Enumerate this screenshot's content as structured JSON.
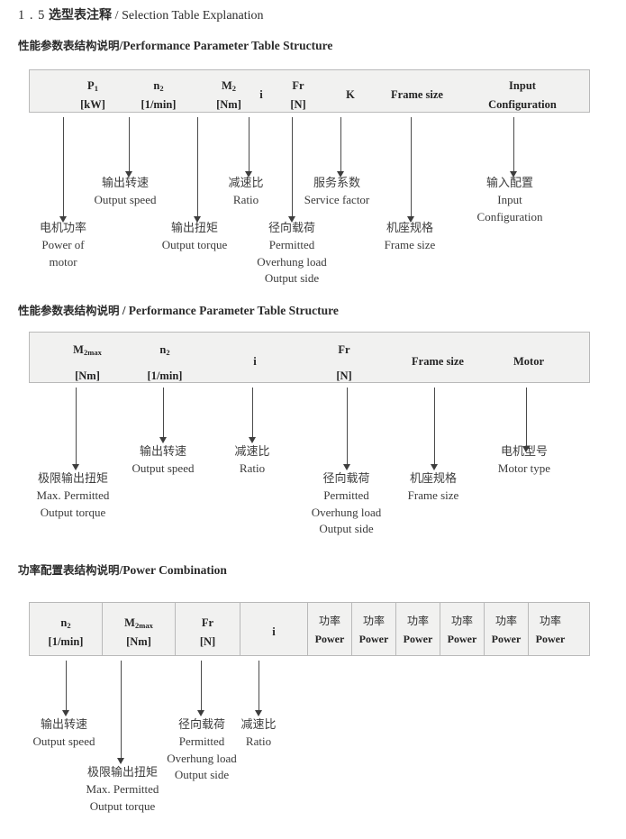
{
  "document": {
    "section_number": "1 . 5",
    "title_cn": "选型表注释",
    "title_sep": "/",
    "title_en": "Selection Table Explanation"
  },
  "sections": [
    {
      "heading_cn": "性能参数表结构说明",
      "heading_sep": "/",
      "heading_en": "Performance Parameter Table Structure",
      "table": {
        "columns": [
          {
            "symbol": "P",
            "sub": "1",
            "unit": "[kW]"
          },
          {
            "symbol": "n",
            "sub": "2",
            "unit": "[1/min]"
          },
          {
            "symbol": "M",
            "sub": "2",
            "unit": "[Nm]"
          },
          {
            "symbol": "i",
            "sub": "",
            "unit": ""
          },
          {
            "symbol": "Fr",
            "sub": "",
            "unit": "[N]"
          },
          {
            "symbol": "K",
            "sub": "",
            "unit": ""
          },
          {
            "symbol": "Frame size",
            "sub": "",
            "unit": ""
          },
          {
            "symbol": "Input",
            "sub": "",
            "unit": "Configuration"
          }
        ]
      },
      "annotations": [
        {
          "cn": "电机功率",
          "en": [
            "Power of",
            "motor"
          ]
        },
        {
          "cn": "输出转速",
          "en": [
            "Output speed"
          ]
        },
        {
          "cn": "输出扭矩",
          "en": [
            "Output torque"
          ]
        },
        {
          "cn": "减速比",
          "en": [
            "Ratio"
          ]
        },
        {
          "cn": "径向载荷",
          "en": [
            "Permitted",
            "Overhung load",
            "Output side"
          ]
        },
        {
          "cn": "服务系数",
          "en": [
            "Service factor"
          ]
        },
        {
          "cn": "机座规格",
          "en": [
            "Frame size"
          ]
        },
        {
          "cn": "输入配置",
          "en": [
            "Input",
            "Configuration"
          ]
        }
      ]
    },
    {
      "heading_cn": "性能参数表结构说明",
      "heading_sep": "/",
      "heading_en": "Performance Parameter Table Structure",
      "table": {
        "columns": [
          {
            "symbol": "M",
            "sub": "2max",
            "unit": "[Nm]"
          },
          {
            "symbol": "n",
            "sub": "2",
            "unit": "[1/min]"
          },
          {
            "symbol": "i",
            "sub": "",
            "unit": ""
          },
          {
            "symbol": "Fr",
            "sub": "",
            "unit": "[N]"
          },
          {
            "symbol": "Frame size",
            "sub": "",
            "unit": ""
          },
          {
            "symbol": "Motor",
            "sub": "",
            "unit": ""
          }
        ]
      },
      "annotations": [
        {
          "cn": "极限输出扭矩",
          "en": [
            "Max. Permitted",
            "Output  torque"
          ]
        },
        {
          "cn": "输出转速",
          "en": [
            "Output speed"
          ]
        },
        {
          "cn": "减速比",
          "en": [
            "Ratio"
          ]
        },
        {
          "cn": "径向载荷",
          "en": [
            "Permitted",
            "Overhung load",
            "Output side"
          ]
        },
        {
          "cn": "机座规格",
          "en": [
            "Frame size"
          ]
        },
        {
          "cn": "电机型号",
          "en": [
            "Motor type"
          ]
        }
      ]
    },
    {
      "heading_cn": "功率配置表结构说明",
      "heading_sep": "/",
      "heading_en": "Power Combination",
      "table": {
        "columns": [
          {
            "symbol": "n",
            "sub": "2",
            "unit": "[1/min]"
          },
          {
            "symbol": "M",
            "sub": "2max",
            "unit": "[Nm]"
          },
          {
            "symbol": "Fr",
            "sub": "",
            "unit": "[N]"
          },
          {
            "symbol": "i",
            "sub": "",
            "unit": ""
          },
          {
            "cn": "功率",
            "pw": "Power"
          },
          {
            "cn": "功率",
            "pw": "Power"
          },
          {
            "cn": "功率",
            "pw": "Power"
          },
          {
            "cn": "功率",
            "pw": "Power"
          },
          {
            "cn": "功率",
            "pw": "Power"
          },
          {
            "cn": "功率",
            "pw": "Power"
          }
        ]
      },
      "annotations": [
        {
          "cn": "输出转速",
          "en": [
            "Output speed"
          ]
        },
        {
          "cn": "极限输出扭矩",
          "en": [
            "Max. Permitted",
            "Output  torque"
          ]
        },
        {
          "cn": "径向载荷",
          "en": [
            "Permitted",
            "Overhung load",
            "Output side"
          ]
        },
        {
          "cn": "减速比",
          "en": [
            "Ratio"
          ]
        }
      ]
    }
  ],
  "colors": {
    "table_fill": "#f1f1f0",
    "table_border": "#b9b9b9",
    "text": "#3a3a3a",
    "arrow": "#4a4a4a"
  }
}
